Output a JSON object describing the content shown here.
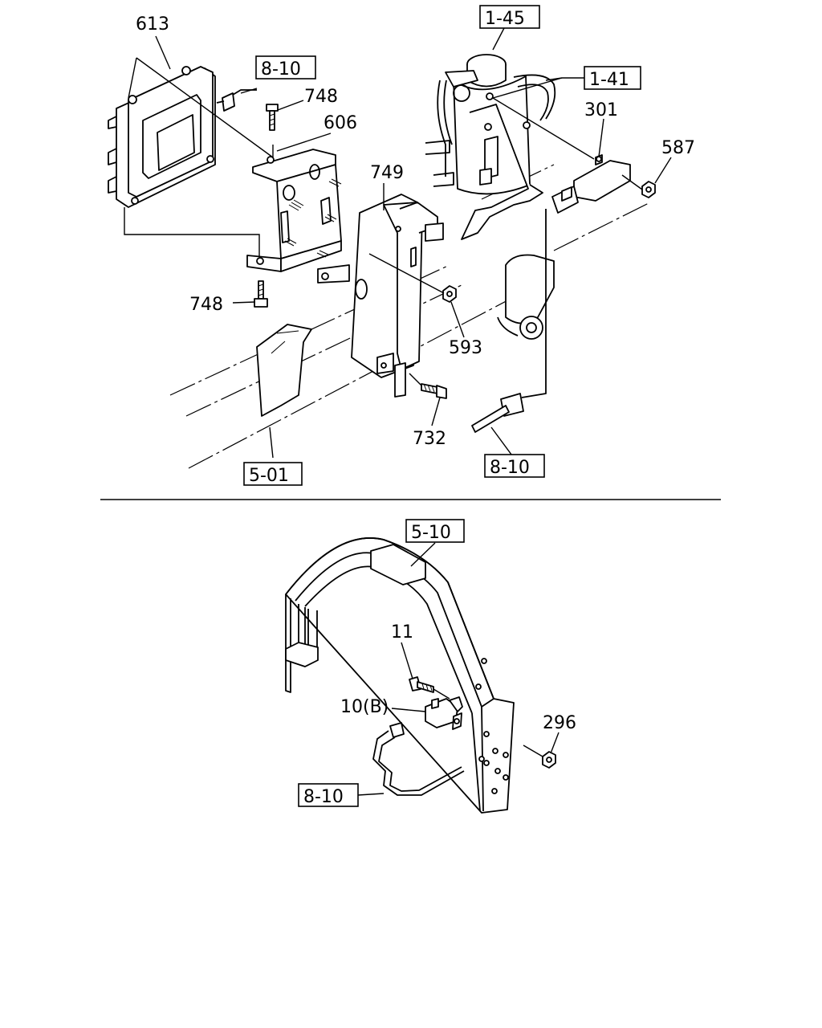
{
  "callouts": {
    "c613": "613",
    "c748a": "748",
    "c606": "606",
    "c749": "749",
    "c748b": "748",
    "c593": "593",
    "c732": "732",
    "c301": "301",
    "c587": "587",
    "c11": "11",
    "c10b": "10(B)",
    "c296": "296"
  },
  "references": {
    "r810a": "8-10",
    "r145": "1-45",
    "r141": "1-41",
    "r501": "5-01",
    "r810b": "8-10",
    "r510": "5-10",
    "r810c": "8-10"
  }
}
